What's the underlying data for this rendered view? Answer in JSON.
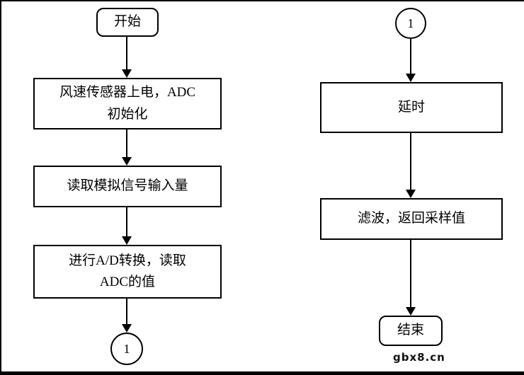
{
  "flowchart": {
    "columns": [
      {
        "name": "left",
        "nodes": [
          {
            "type": "terminator",
            "label": "开始"
          },
          {
            "type": "process",
            "label": "风速传感器上电，ADC\n初始化"
          },
          {
            "type": "process",
            "label": "读取模拟信号输入量"
          },
          {
            "type": "process",
            "label": "进行A/D转换，读取\nADC的值"
          },
          {
            "type": "connector",
            "label": "1"
          }
        ]
      },
      {
        "name": "right",
        "nodes": [
          {
            "type": "connector",
            "label": "1"
          },
          {
            "type": "process",
            "label": "延时"
          },
          {
            "type": "process",
            "label": "滤波，返回采样值"
          },
          {
            "type": "terminator",
            "label": "结束"
          }
        ]
      }
    ],
    "watermark": "gbx8.cn"
  }
}
